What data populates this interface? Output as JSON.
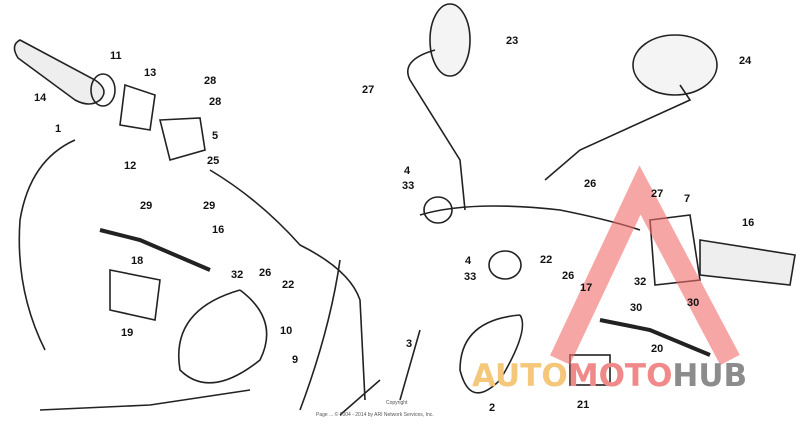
{
  "diagram": {
    "part_labels": [
      "14",
      "11",
      "13",
      "28",
      "28",
      "1",
      "12",
      "5",
      "25",
      "29",
      "29",
      "16",
      "18",
      "32",
      "26",
      "22",
      "19",
      "10",
      "9",
      "3",
      "27",
      "4",
      "33",
      "23",
      "24",
      "26",
      "27",
      "7",
      "16",
      "22",
      "26",
      "17",
      "32",
      "4",
      "33",
      "30",
      "30",
      "20",
      "21",
      "2"
    ],
    "copyright_line1": "Copyright",
    "copyright_line2": "Page ... © 2004 - 2014 by ARI Network Services, Inc."
  },
  "watermark": {
    "text_parts": [
      "AUTO",
      "MOTO",
      "HUB"
    ],
    "colors": {
      "auto": "#f5c77a",
      "moto": "#f08a8a",
      "hub": "#8c8c8c",
      "triangle": "#f26b6b"
    }
  }
}
